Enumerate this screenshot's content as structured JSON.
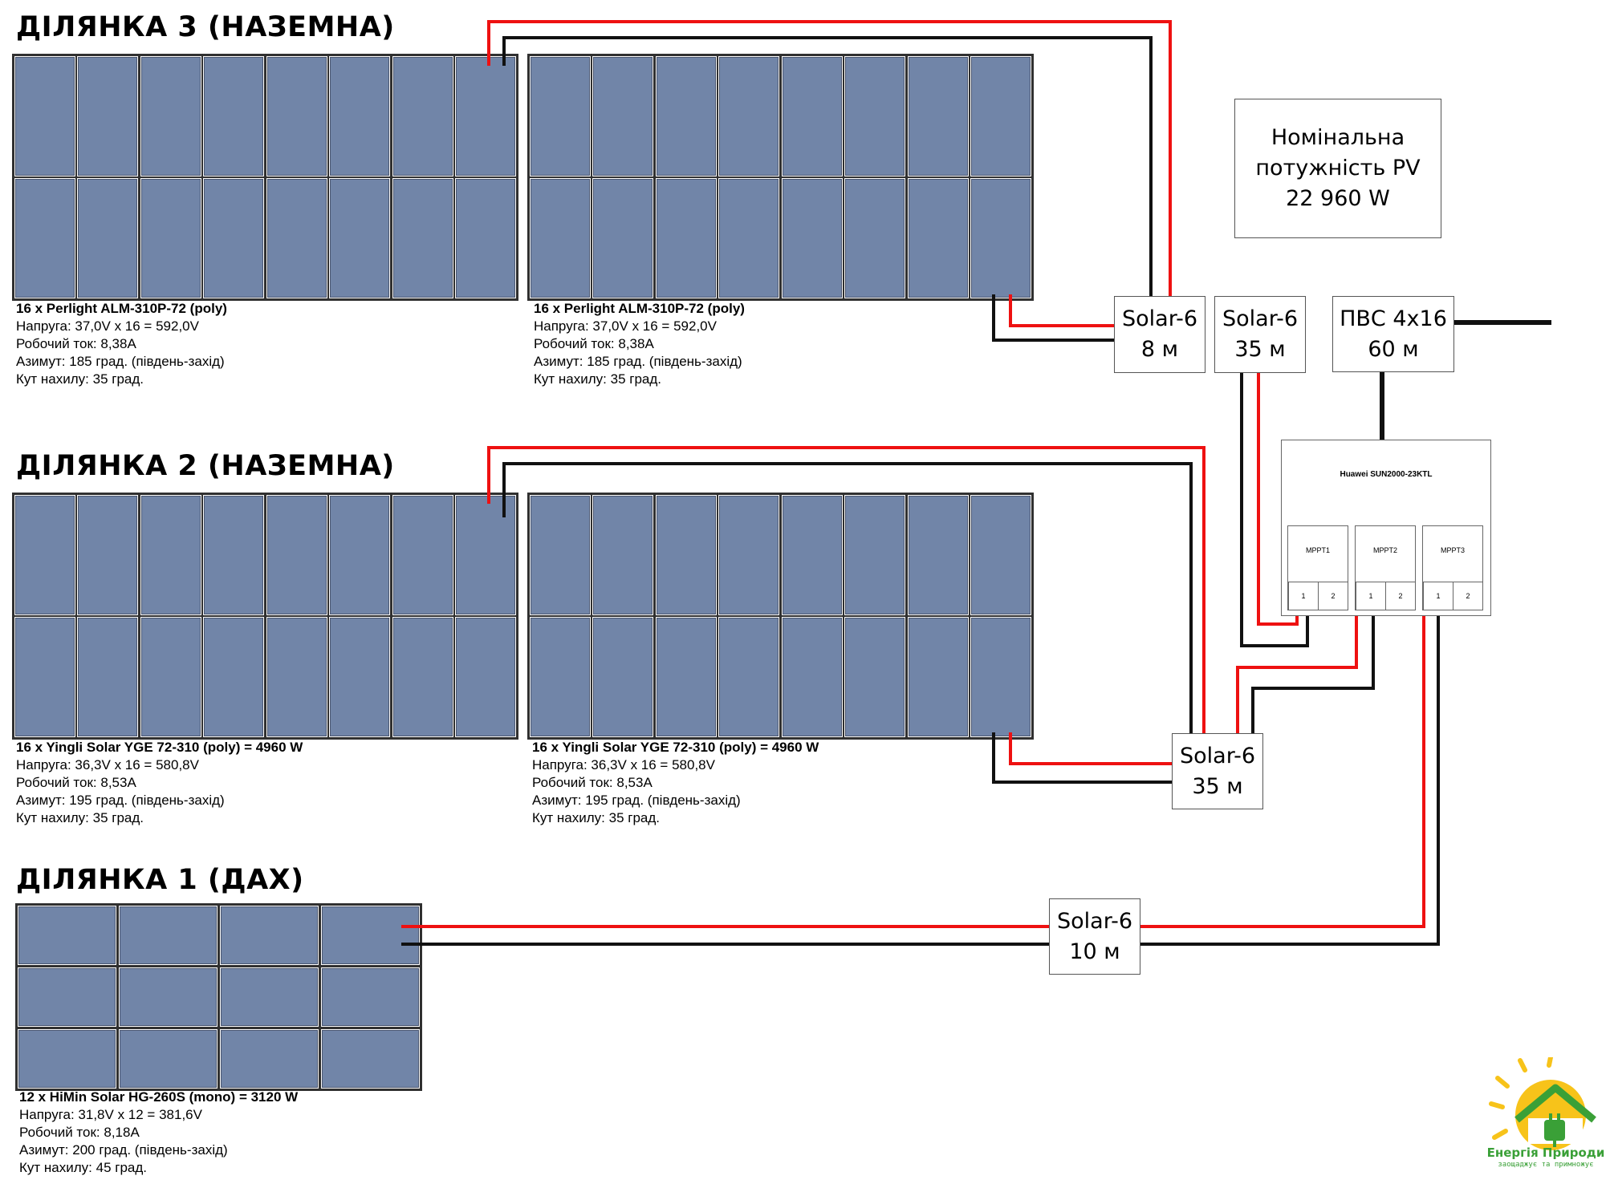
{
  "sites": {
    "s3": {
      "title": "ДІЛЯНКА 3 (НАЗЕМНА)",
      "left": {
        "head": "16 x Perlight ALM-310P-72 (poly)",
        "voltage": "Напруга: 37,0V x 16 = 592,0V",
        "current": "Робочий ток: 8,38А",
        "azimuth": "Азимут: 185 град. (південь-захід)",
        "tilt": "Кут нахилу: 35 град."
      },
      "right": {
        "head": "16 x Perlight ALM-310P-72 (poly)",
        "voltage": "Напруга: 37,0V x 16 = 592,0V",
        "current": "Робочий ток: 8,38А",
        "azimuth": "Азимут: 185 град. (південь-захід)",
        "tilt": "Кут нахилу: 35 град."
      }
    },
    "s2": {
      "title": "ДІЛЯНКА 2 (НАЗЕМНА)",
      "left": {
        "head": "16 x Yingli Solar YGE 72-310 (poly) = 4960 W",
        "voltage": "Напруга: 36,3V x 16 = 580,8V",
        "current": "Робочий ток: 8,53А",
        "azimuth": "Азимут: 195 град. (південь-захід)",
        "tilt": "Кут нахилу: 35 град."
      },
      "right": {
        "head": "16 x Yingli Solar YGE 72-310 (poly) = 4960 W",
        "voltage": "Напруга: 36,3V x 16 = 580,8V",
        "current": "Робочий ток: 8,53А",
        "azimuth": "Азимут: 195 град. (південь-захід)",
        "tilt": "Кут нахилу: 35 град."
      }
    },
    "s1": {
      "title": "ДІЛЯНКА 1 (ДАХ)",
      "main": {
        "head": "12 x HiMin Solar HG-260S (mono) = 3120 W",
        "voltage": "Напруга: 31,8V x 12 = 381,6V",
        "current": "Робочий ток: 8,18А",
        "azimuth": "Азимут: 200 град. (південь-захід)",
        "tilt": "Кут нахилу: 45 град."
      }
    }
  },
  "cables": {
    "c8": {
      "type": "Solar-6",
      "length": "8 м"
    },
    "c35a": {
      "type": "Solar-6",
      "length": "35 м"
    },
    "pvs": {
      "type": "ПВС 4x16",
      "length": "60 м"
    },
    "c35b": {
      "type": "Solar-6",
      "length": "35 м"
    },
    "c10": {
      "type": "Solar-6",
      "length": "10 м"
    }
  },
  "nominal": {
    "line1": "Номінальна",
    "line2": "потужність PV",
    "line3": "22 960 W"
  },
  "inverter": {
    "title": "Huawei SUN2000-23KTL",
    "mppts": [
      {
        "label": "MPPT1",
        "p1": "1",
        "p2": "2"
      },
      {
        "label": "MPPT2",
        "p1": "1",
        "p2": "2"
      },
      {
        "label": "MPPT3",
        "p1": "1",
        "p2": "2"
      }
    ]
  },
  "logo": {
    "name": "Енергія Природи",
    "tagline": "заощаджує та примножує"
  },
  "colors": {
    "panel": "#7185a8",
    "wire_positive": "#ee1111",
    "wire_negative": "#111111",
    "logo_green": "#3aa037",
    "logo_sun": "#f7c31a"
  }
}
